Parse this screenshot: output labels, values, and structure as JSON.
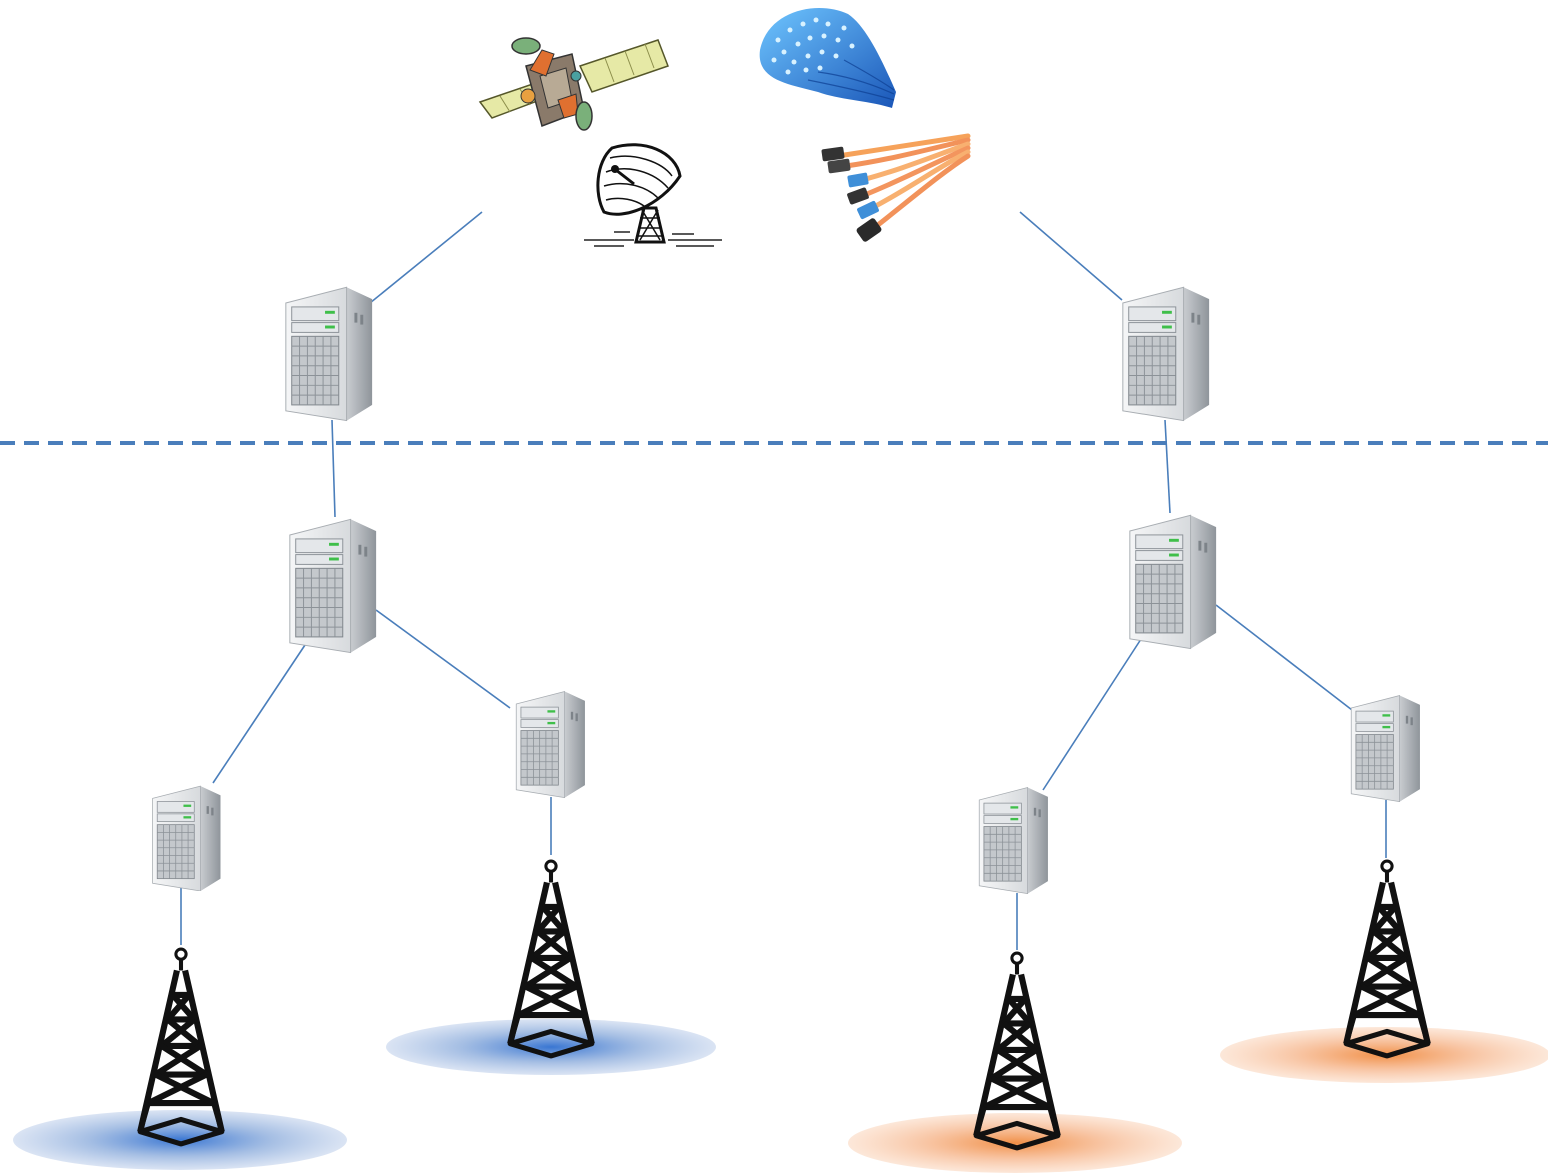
{
  "diagram": {
    "colors": {
      "link": "#4a7ebb",
      "boundary": "#4a7ebb",
      "coverage_blue": "#6d98d4",
      "coverage_orange": "#f3a36a",
      "tower": "#111111",
      "server_light": "#eef0f2",
      "server_dark": "#9aa0a6",
      "led": "#3fbf4a"
    },
    "icons": {
      "satellite": "satellite-icon",
      "dish": "satellite-dish-icon",
      "fiber_bundle": "fiber-optic-bundle-icon",
      "fiber_connectors": "fiber-connector-cables-icon",
      "server": "server-tower-icon",
      "tower": "radio-tower-icon"
    },
    "backhaul_media": [
      "satellite",
      "satellite-dish",
      "fiber-optic-bundle",
      "fiber-connectors"
    ],
    "groups": [
      {
        "name": "left",
        "coverage": "blue",
        "levels": [
          "core-server",
          "aggregation-server",
          "edge-server",
          "edge-server"
        ],
        "towers": 2
      },
      {
        "name": "right",
        "coverage": "orange",
        "levels": [
          "core-server",
          "aggregation-server",
          "edge-server",
          "edge-server"
        ],
        "towers": 2
      }
    ],
    "boundary_style": "dashed"
  }
}
